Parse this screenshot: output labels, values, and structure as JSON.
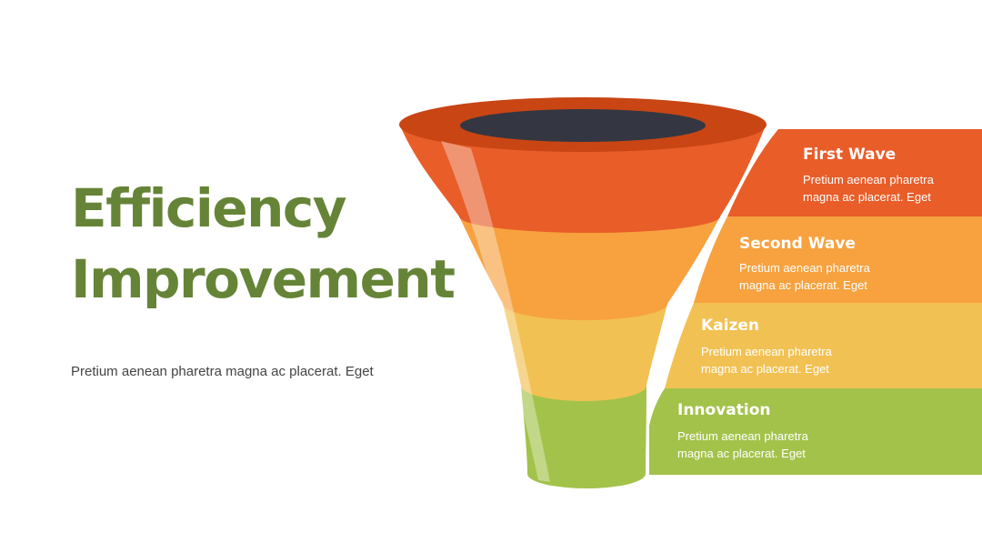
{
  "slide": {
    "title_line1": "Efficiency",
    "title_line2": "Improvement",
    "subtitle": "Pretium aenean pharetra magna ac placerat. Eget"
  },
  "stages": [
    {
      "title": "First Wave",
      "desc_line1": "Pretium aenean pharetra",
      "desc_line2": "magna ac placerat. Eget",
      "color": "#E95D29"
    },
    {
      "title": "Second Wave",
      "desc_line1": "Pretium aenean pharetra",
      "desc_line2": "magna ac placerat. Eget",
      "color": "#F7A23F"
    },
    {
      "title": "Kaizen",
      "desc_line1": "Pretium aenean pharetra",
      "desc_line2": "magna ac placerat. Eget",
      "color": "#F2C153"
    },
    {
      "title": "Innovation",
      "desc_line1": "Pretium aenean pharetra",
      "desc_line2": "magna ac placerat. Eget",
      "color": "#A3C24A"
    }
  ],
  "colors": {
    "title": "#668437",
    "funnel_rim": "#C94514",
    "funnel_opening": "#343741"
  }
}
